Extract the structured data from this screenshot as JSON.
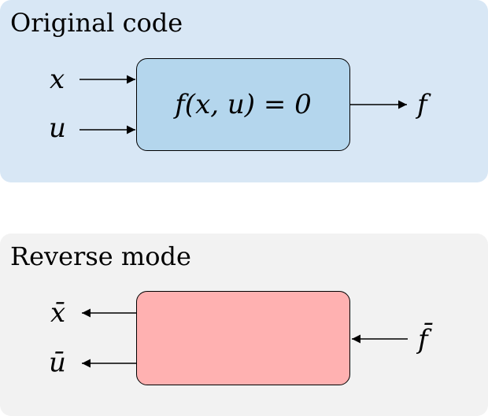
{
  "original": {
    "title": "Original code",
    "inputs": [
      "x",
      "u"
    ],
    "block_label": "f(x, u) = 0",
    "output": "f"
  },
  "reverse": {
    "title": "Reverse mode",
    "outputs": [
      "x̄",
      "ū"
    ],
    "block_label": "",
    "input": "f̄"
  },
  "colors": {
    "original_panel": "#d8e7f5",
    "original_block": "#b4d6ed",
    "reverse_panel": "#f2f2f2",
    "reverse_block": "#ffb1b1"
  }
}
